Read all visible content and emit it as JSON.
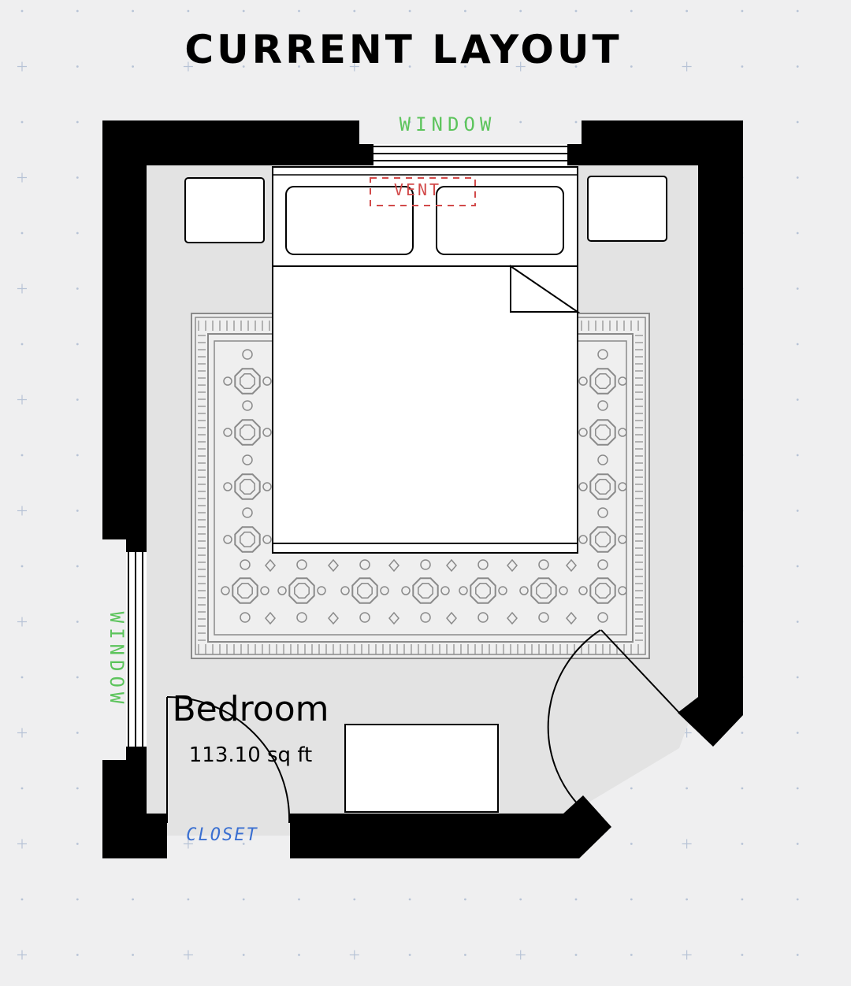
{
  "title": "CURRENT LAYOUT",
  "room": {
    "name": "Bedroom",
    "area": "113.10 sq ft"
  },
  "labels": {
    "window_top": "WINDOW",
    "window_left": "WINDOW",
    "vent": "VENT",
    "closet": "CLOSET"
  },
  "colors": {
    "background": "#efeff0",
    "floor": "#e3e3e3",
    "wall": "#000000",
    "furniture": "#ffffff",
    "rug_line": "#8a8a8a",
    "window_label": "#5cc45c",
    "vent_label": "#d24a4a",
    "closet_label": "#3a6fd1",
    "grid_dot": "#b7c3d6"
  }
}
